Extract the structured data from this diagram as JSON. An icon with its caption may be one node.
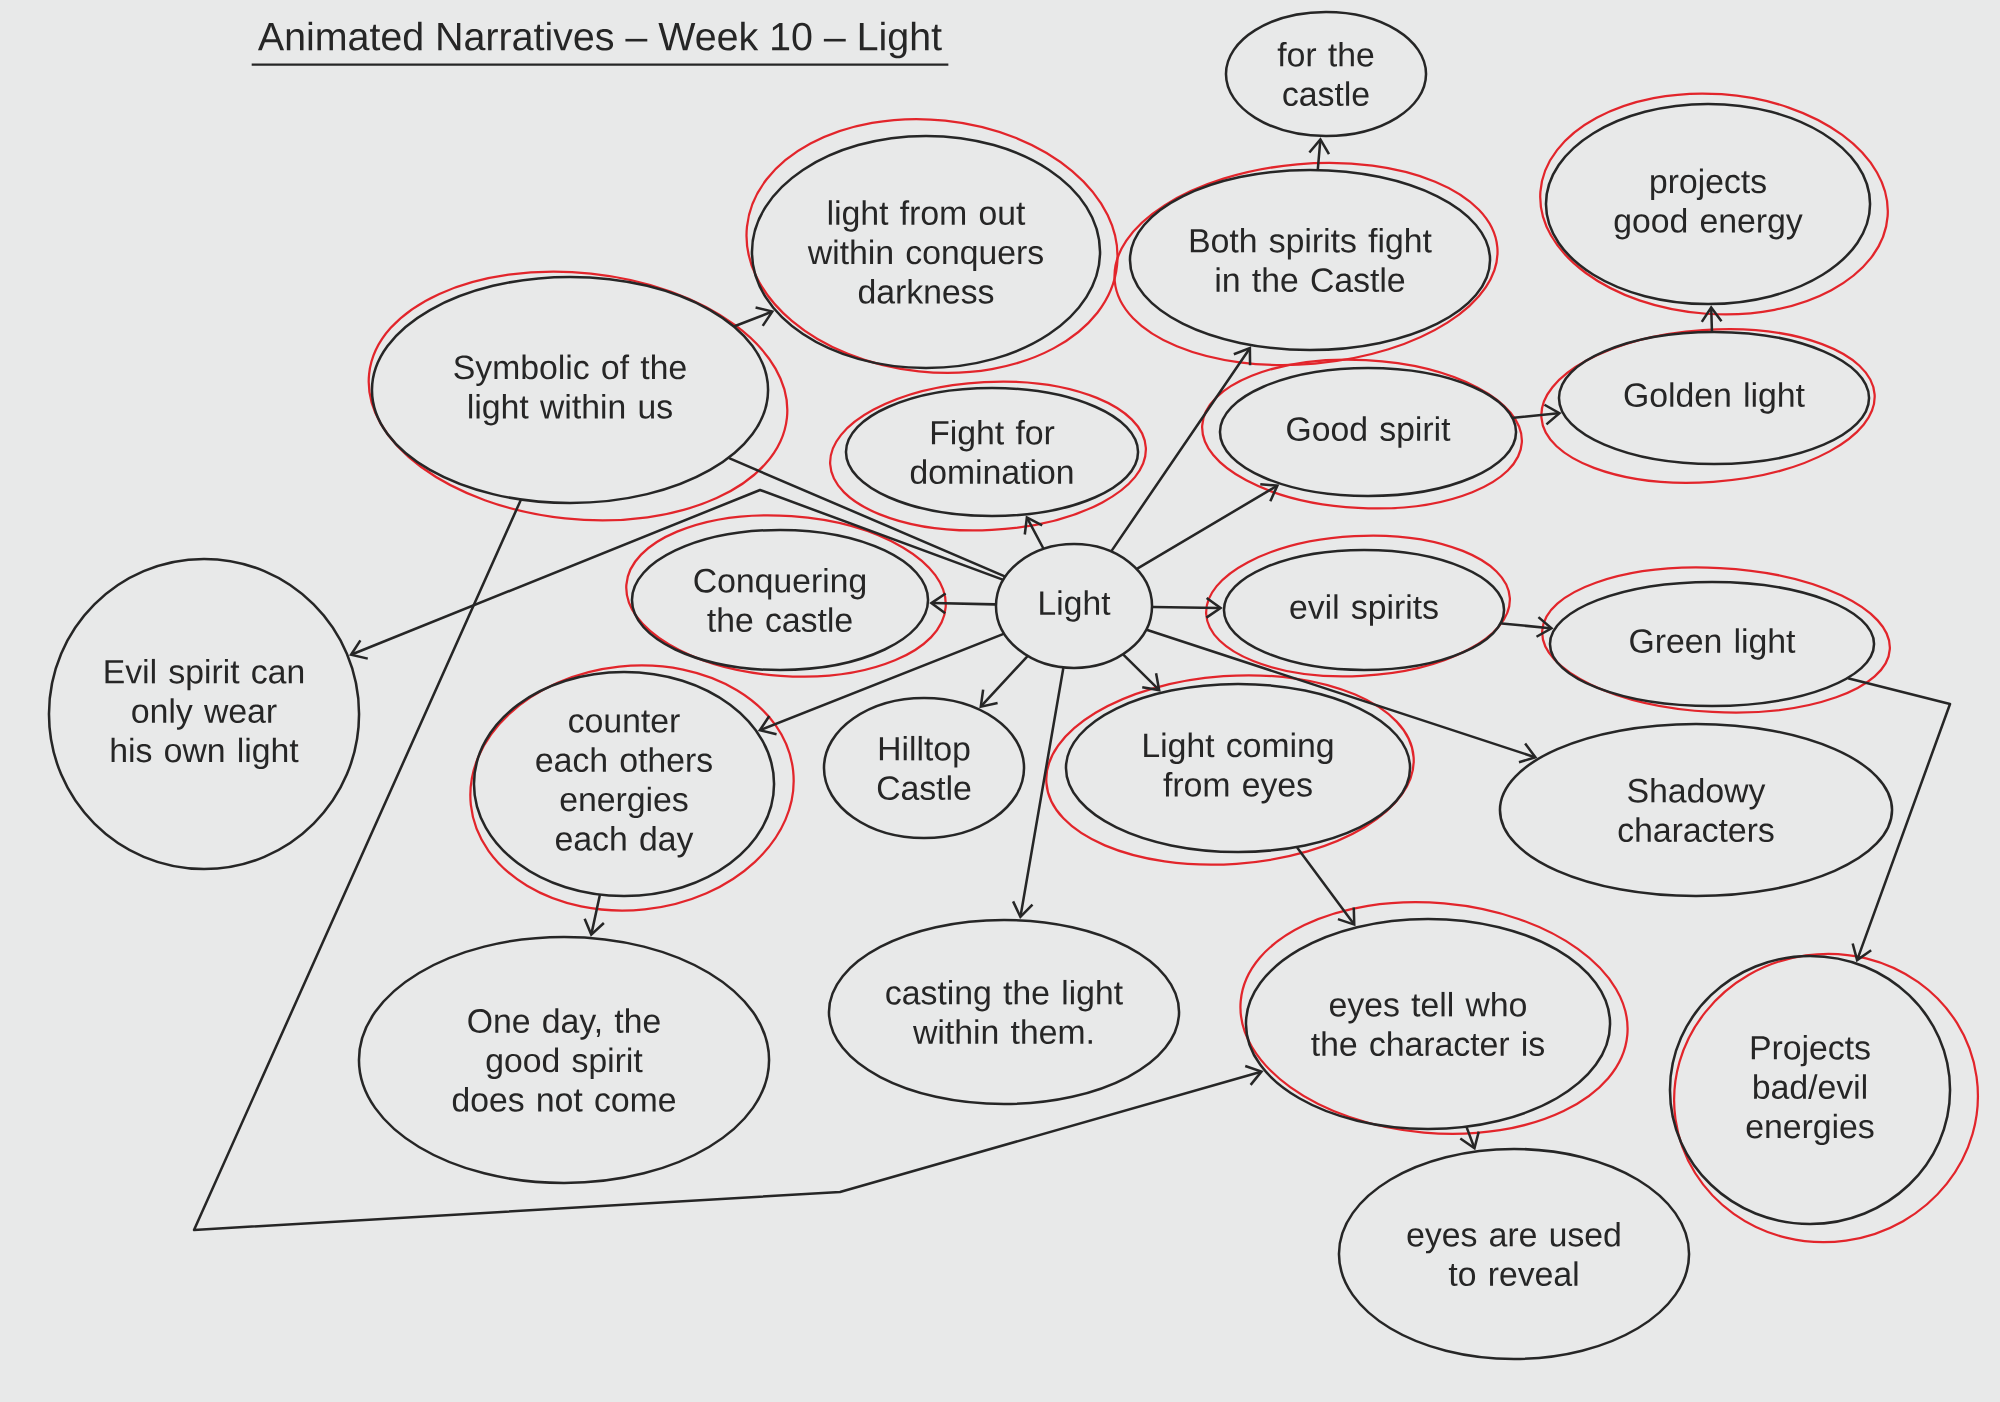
{
  "diagram": {
    "title": "Animated Narratives – Week 10 – Light",
    "nodes": [
      {
        "text": [
          "for the castle"
        ]
      },
      {
        "text": [
          "light from out within conquers darkness"
        ]
      },
      {
        "text": [
          "Both spirits fight in the Castle"
        ]
      },
      {
        "text": [
          "projects good energy"
        ]
      },
      {
        "text": [
          "Symbolic of the light within us"
        ]
      },
      {
        "text": [
          "Fight for domination"
        ]
      },
      {
        "text": [
          "Good spirit"
        ]
      },
      {
        "text": [
          "Golden light"
        ]
      },
      {
        "text": [
          "Evil spirit can only wear his own light"
        ]
      },
      {
        "text": [
          "Conquering the castle"
        ]
      },
      {
        "text": [
          "Light"
        ]
      },
      {
        "text": [
          "evil spirits"
        ]
      },
      {
        "text": [
          "Green light"
        ]
      },
      {
        "text": [
          "counter each others energies each day"
        ]
      },
      {
        "text": [
          "Hilltop Castle"
        ]
      },
      {
        "text": [
          "Light coming from eyes"
        ]
      },
      {
        "text": [
          "Shadowy characters"
        ]
      },
      {
        "text": [
          "One day, the good spirit does not come"
        ]
      },
      {
        "text": [
          "casting the light within them."
        ]
      },
      {
        "text": [
          "eyes tell who the character is"
        ]
      },
      {
        "text": [
          "Projects bad/evil energies"
        ]
      },
      {
        "text": [
          "eyes are used to reveal"
        ]
      }
    ],
    "edges": [
      {
        "from": 10,
        "to": 5,
        "arrow": "to"
      },
      {
        "from": 10,
        "to": 2,
        "arrow": "to"
      },
      {
        "from": 10,
        "to": 6,
        "arrow": "to"
      },
      {
        "from": 10,
        "to": 11,
        "arrow": "to"
      },
      {
        "from": 10,
        "to": 15,
        "arrow": "to"
      },
      {
        "from": 10,
        "to": 14,
        "arrow": "to"
      },
      {
        "from": 10,
        "to": 16,
        "arrow": "to"
      },
      {
        "from": 10,
        "to": 18,
        "arrow": "to"
      },
      {
        "from": 10,
        "to": 9,
        "arrow": "to"
      },
      {
        "from": 10,
        "to": 13,
        "arrow": "to"
      },
      {
        "from": 10,
        "to": 4,
        "arrow": "none"
      },
      {
        "from": 10,
        "to": 8,
        "arrow": "to"
      },
      {
        "from": 4,
        "to": 1,
        "arrow": "to"
      },
      {
        "from": 4,
        "to": 19,
        "arrow": "to"
      },
      {
        "from": 2,
        "to": 0,
        "arrow": "to"
      },
      {
        "from": 6,
        "to": 7,
        "arrow": "to"
      },
      {
        "from": 7,
        "to": 3,
        "arrow": "to"
      },
      {
        "from": 11,
        "to": 12,
        "arrow": "to"
      },
      {
        "from": 12,
        "to": 20,
        "arrow": "to"
      },
      {
        "from": 15,
        "to": 19,
        "arrow": "to"
      },
      {
        "from": 19,
        "to": 21,
        "arrow": "to"
      },
      {
        "from": 13,
        "to": 17,
        "arrow": "to"
      }
    ]
  }
}
